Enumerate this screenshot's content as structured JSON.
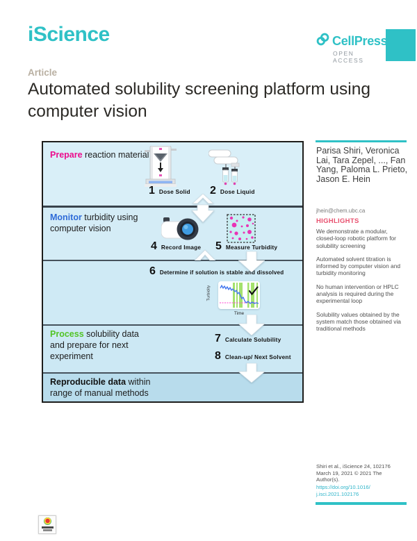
{
  "brand": {
    "journal": "iScience",
    "publisher": "CellPress",
    "open_access": "OPEN ACCESS"
  },
  "header": {
    "article_label": "Article",
    "title": "Automated solubility screening platform using computer vision"
  },
  "colors": {
    "teal": "#2fc1c6",
    "prepare_accent": "#ec0c8c",
    "monitor_accent": "#2e6bd8",
    "process_accent": "#52c426",
    "highlights_title": "#e8506e",
    "abstract_background": "#d4ecf6",
    "outcome_background": "#b8dcec"
  },
  "graphical_abstract": {
    "prepare": {
      "accent": "Prepare",
      "rest": " reaction material",
      "steps": [
        {
          "num": "1",
          "label": "Dose Solid"
        },
        {
          "num": "2",
          "label": "Dose Liquid"
        }
      ]
    },
    "monitor": {
      "accent": "Monitor",
      "rest": " turbidity using computer vision",
      "steps": [
        {
          "num": "4",
          "label": "Record Image"
        },
        {
          "num": "5",
          "label": "Measure Turbidity"
        }
      ]
    },
    "determine": {
      "step": {
        "num": "6",
        "label": "Determine if solution is stable and dissolved"
      }
    },
    "process": {
      "accent": "Process",
      "rest": " solubility data and prepare for next experiment",
      "steps": [
        {
          "num": "7",
          "label": "Calculate Solubility"
        },
        {
          "num": "8",
          "label": "Clean-up/ Next Solvent"
        }
      ]
    },
    "outcome": {
      "bold": "Reproducible data",
      "rest": " within range of manual methods"
    }
  },
  "chart_data": {
    "type": "line",
    "context": "mini turbidity trace inside graphical abstract (no numeric ticks shown)",
    "title": "",
    "xlabel": "Time",
    "ylabel": "Turbidity",
    "series": [
      {
        "name": "turbidity",
        "normalized_points": [
          [
            0.05,
            0.75
          ],
          [
            0.12,
            0.85
          ],
          [
            0.2,
            0.78
          ],
          [
            0.28,
            0.8
          ],
          [
            0.35,
            0.68
          ],
          [
            0.42,
            0.6
          ],
          [
            0.5,
            0.48
          ],
          [
            0.57,
            0.38
          ],
          [
            0.63,
            0.25
          ],
          [
            0.68,
            0.2
          ],
          [
            0.75,
            0.18
          ],
          [
            0.85,
            0.2
          ],
          [
            0.95,
            0.17
          ]
        ]
      }
    ],
    "annotations": [
      "dashed magenta horizontal baseline near bottom",
      "green vertical bands marking solvent additions",
      "black checkmark at upper right"
    ],
    "legend": "none",
    "grid": false
  },
  "sidebar": {
    "authors": "Parisa Shiri, Veronica Lai, Tara Zepel, ..., Fan Yang, Paloma L. Prieto, Jason E. Hein",
    "email": "jhein@chem.ubc.ca",
    "highlights_title": "HIGHLIGHTS",
    "highlights": [
      "We demonstrate a modular, closed-loop robotic platform for solubility screening",
      "Automated solvent titration is informed by computer vision and turbidity monitoring",
      "No human intervention or HPLC analysis is required during the experimental loop",
      "Solubility values obtained by the system match those obtained via traditional methods"
    ],
    "citation": "Shiri et al., iScience 24, 102176\nMarch 19, 2021 © 2021 The\nAuthor(s).",
    "doi": "https://doi.org/10.1016/\nj.isci.2021.102176"
  }
}
